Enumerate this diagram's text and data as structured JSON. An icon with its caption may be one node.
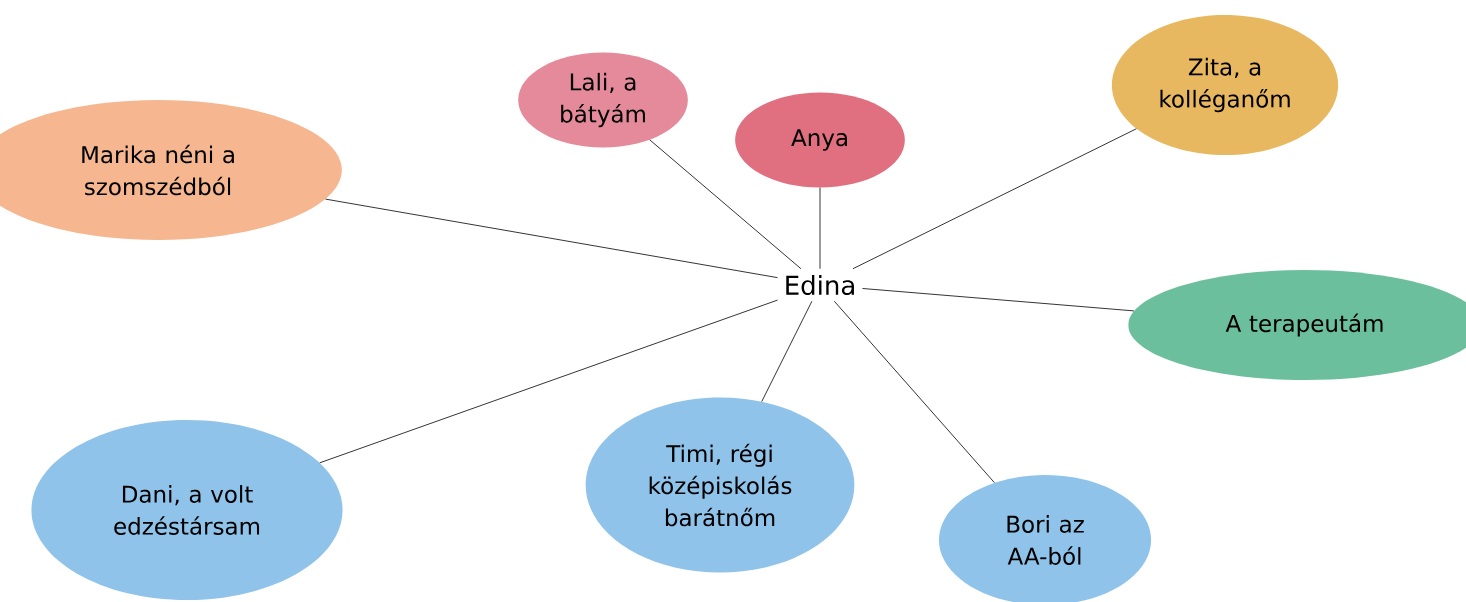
{
  "diagram": {
    "nodes": [
      {
        "text": [
          "Lali, a bátyám"
        ]
      },
      {
        "text": [
          "Anya"
        ]
      },
      {
        "text": [
          "Zita, a kolléganőm"
        ]
      },
      {
        "text": [
          "Marika néni a szomszédból"
        ]
      },
      {
        "text": [
          "Edina"
        ]
      },
      {
        "text": [
          "A terapeutám"
        ]
      },
      {
        "text": [
          "Dani, a volt edzéstársam"
        ]
      },
      {
        "text": [
          "Timi, régi középiskolás barátnőm"
        ]
      },
      {
        "text": [
          "Bori az AA-ból"
        ]
      }
    ],
    "edges": [
      {
        "from": 4,
        "to": 0,
        "arrow": "none"
      },
      {
        "from": 4,
        "to": 1,
        "arrow": "none"
      },
      {
        "from": 4,
        "to": 2,
        "arrow": "none"
      },
      {
        "from": 4,
        "to": 3,
        "arrow": "none"
      },
      {
        "from": 4,
        "to": 5,
        "arrow": "none"
      },
      {
        "from": 4,
        "to": 6,
        "arrow": "none"
      },
      {
        "from": 4,
        "to": 7,
        "arrow": "none"
      },
      {
        "from": 4,
        "to": 8,
        "arrow": "none"
      }
    ]
  }
}
